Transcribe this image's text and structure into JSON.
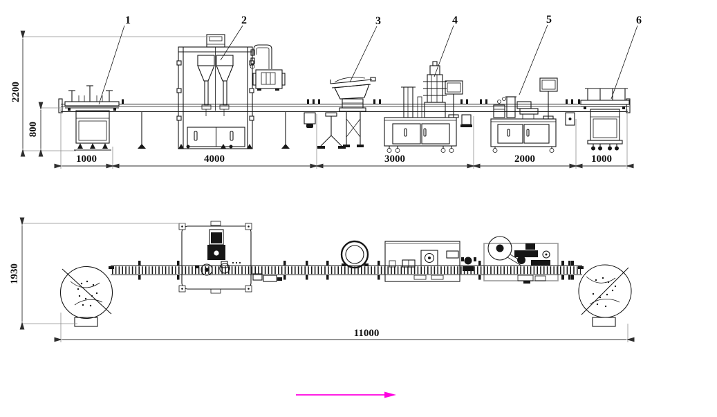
{
  "drawing": {
    "colors": {
      "line": "#161616",
      "dimension": "#2e2e2e",
      "extension": "#8c8c8c",
      "flow_arrow": "#ff00e0"
    },
    "elevation": {
      "callouts": [
        "1",
        "2",
        "3",
        "4",
        "5",
        "6"
      ],
      "dims": {
        "overall_height": "2200",
        "conveyor_height": "800",
        "segments": [
          "1000",
          "4000",
          "3000",
          "2000",
          "1000"
        ]
      }
    },
    "plan": {
      "dims": {
        "overall_width": "1930",
        "total_length": "11000"
      }
    }
  }
}
